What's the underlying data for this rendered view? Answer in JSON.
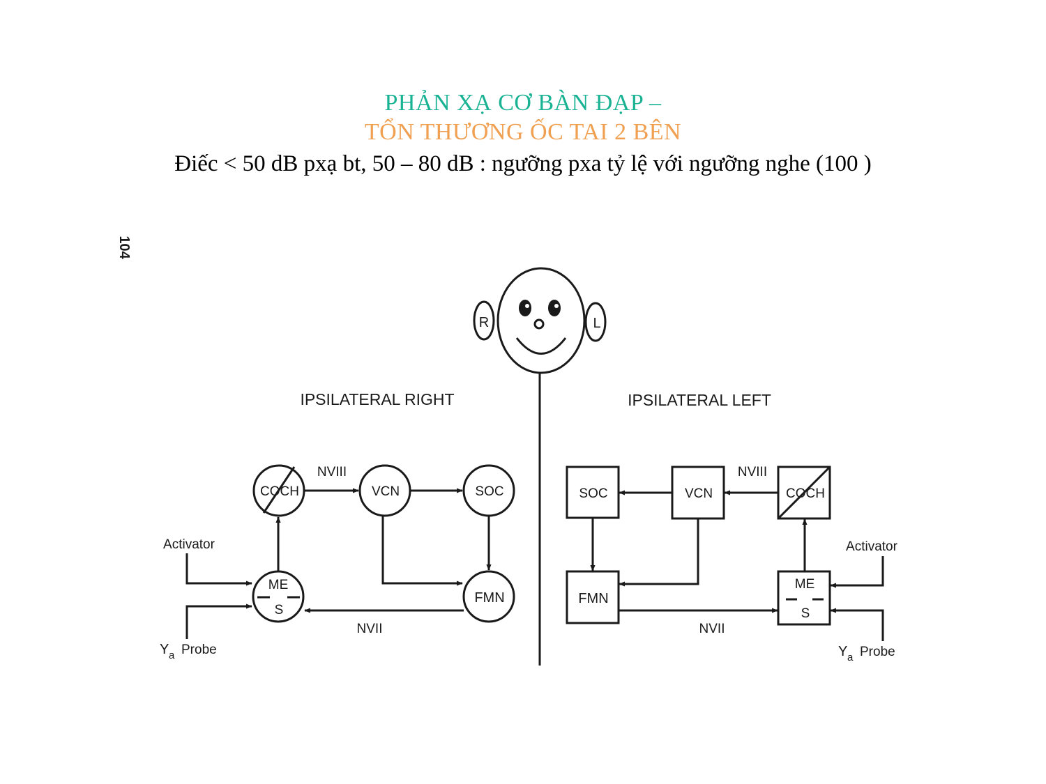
{
  "title": {
    "line1": "PHẢN XẠ CƠ BÀN ĐẠP –",
    "line2": "TỔN THƯƠNG ỐC TAI 2 BÊN",
    "line3": "Điếc < 50 dB pxạ bt,  50 – 80 dB : ngưỡng pxa tỷ lệ với ngưỡng nghe (100 )"
  },
  "colors": {
    "line1": "#19b394",
    "line2": "#f0a050",
    "ink": "#1a1a1a"
  },
  "diagram": {
    "page_number": "104",
    "ear_right": "R",
    "ear_left": "L",
    "right": {
      "heading": "IPSILATERAL RIGHT",
      "coch": "COCH",
      "vcn": "VCN",
      "soc": "SOC",
      "fmn": "FMN",
      "me": "ME",
      "s": "S",
      "nviii": "NVIII",
      "nvii": "NVII",
      "activator": "Activator",
      "probe_y": "Y",
      "probe_sub": "a",
      "probe_word": "Probe"
    },
    "left": {
      "heading": "IPSILATERAL LEFT",
      "coch": "COCH",
      "vcn": "VCN",
      "soc": "SOC",
      "fmn": "FMN",
      "me": "ME",
      "s": "S",
      "nviii": "NVIII",
      "nvii": "NVII",
      "activator": "Activator",
      "probe_y": "Y",
      "probe_sub": "a",
      "probe_word": "Probe"
    }
  }
}
